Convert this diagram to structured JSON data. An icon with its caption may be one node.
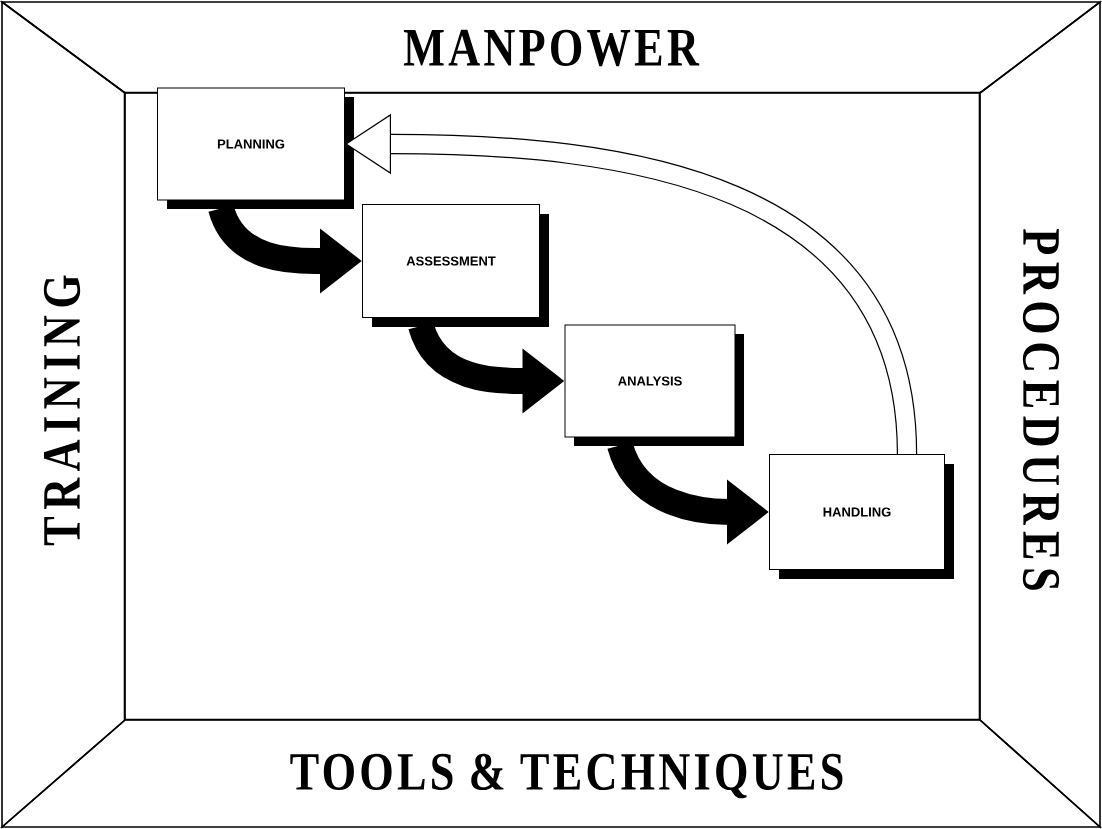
{
  "diagram": {
    "nodes": [
      {
        "text": [
          "MANPOWER"
        ]
      },
      {
        "text": [
          "TRAINING"
        ]
      },
      {
        "text": [
          "PROCEDURES"
        ]
      },
      {
        "text": [
          "TOOLS & TECHNIQUES"
        ]
      },
      {
        "text": [],
        "shape": "box"
      },
      {
        "text": [
          "PLANNING"
        ],
        "in": 4
      },
      {
        "text": [
          "ASSESSMENT"
        ],
        "in": 4
      },
      {
        "text": [
          "ANALYSIS"
        ],
        "in": 4
      },
      {
        "text": [
          "HANDLING"
        ],
        "in": 4
      }
    ],
    "edges": [
      {
        "from": 5,
        "to": 6,
        "arrow": "to"
      },
      {
        "from": 6,
        "to": 7,
        "arrow": "to"
      },
      {
        "from": 7,
        "to": 8,
        "arrow": "to"
      },
      {
        "from": 8,
        "to": 5,
        "arrow": "to"
      }
    ]
  }
}
